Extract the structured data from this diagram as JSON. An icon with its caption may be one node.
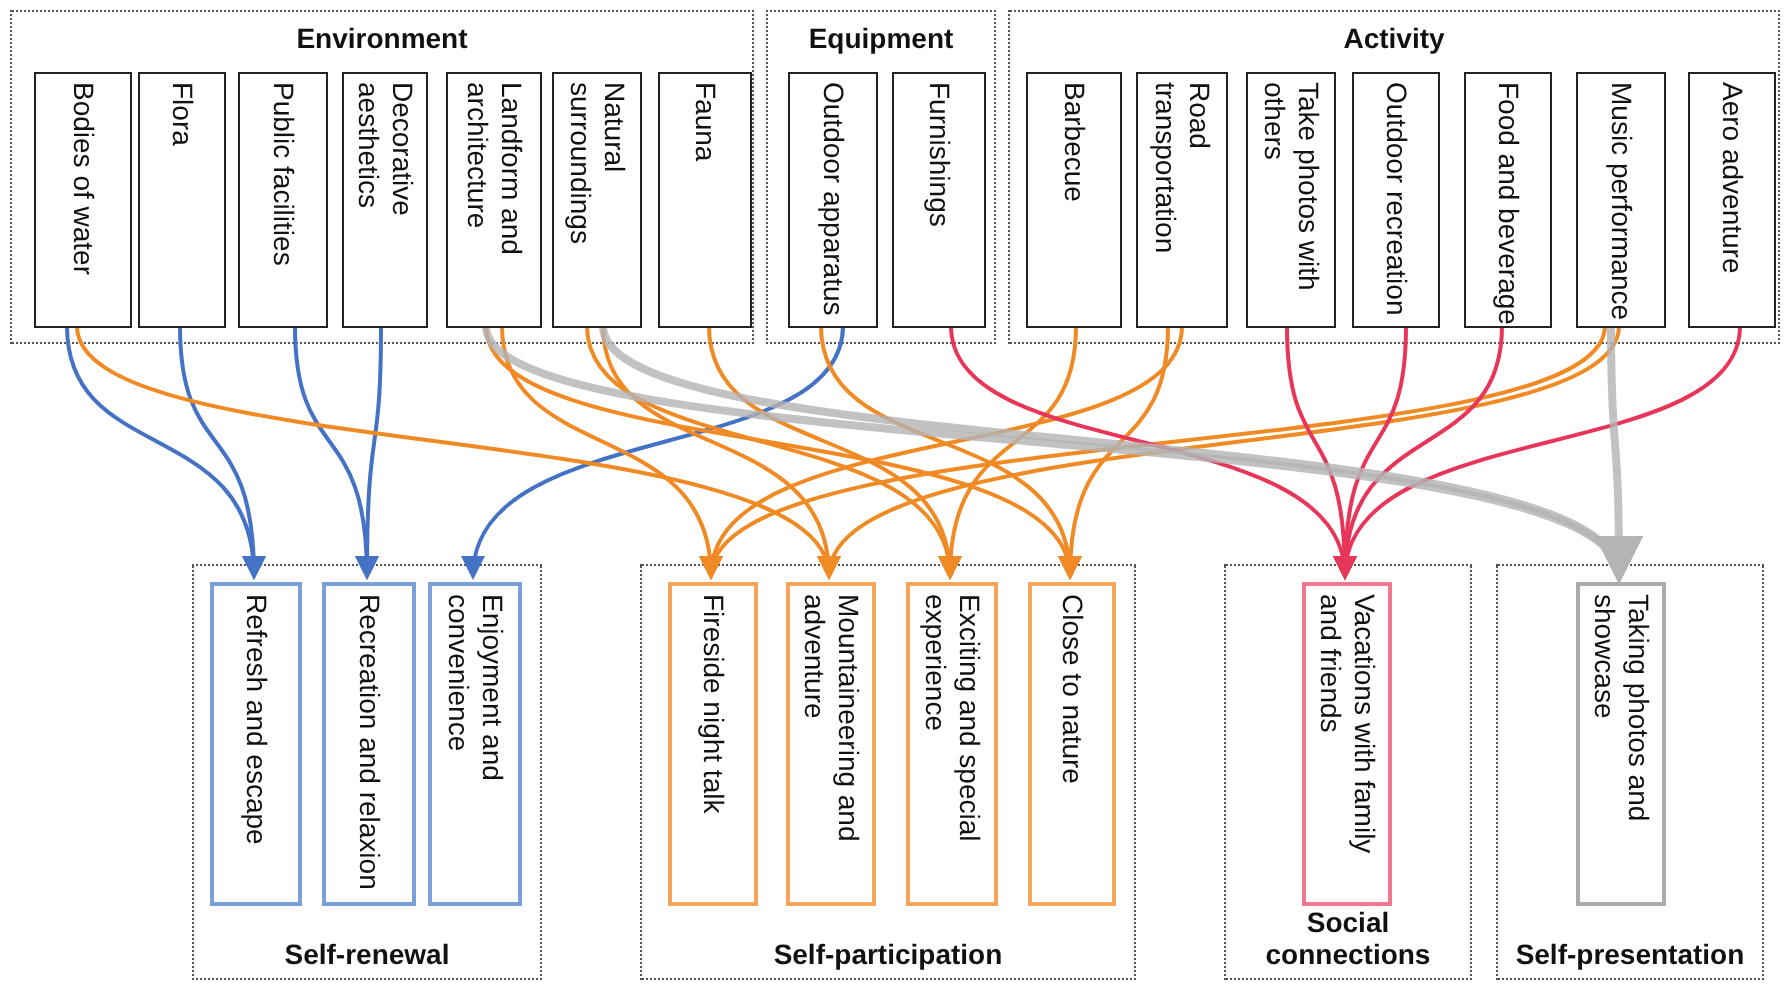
{
  "diagram": {
    "nodes": [
      {
        "text": [
          "Environment"
        ]
      },
      {
        "text": [
          "Bodies of water"
        ],
        "in": 0
      },
      {
        "text": [
          "Flora"
        ],
        "in": 0
      },
      {
        "text": [
          "Public facilities"
        ],
        "in": 0
      },
      {
        "text": [
          "Decorative aesthetics"
        ],
        "in": 0
      },
      {
        "text": [
          "Landform and architecture"
        ],
        "in": 0
      },
      {
        "text": [
          "Natural surroundings"
        ],
        "in": 0
      },
      {
        "text": [
          "Fauna"
        ],
        "in": 0
      },
      {
        "text": [
          "Equipment"
        ]
      },
      {
        "text": [
          "Outdoor apparatus"
        ],
        "in": 8
      },
      {
        "text": [
          "Furnishings"
        ],
        "in": 8
      },
      {
        "text": [
          "Activity"
        ]
      },
      {
        "text": [
          "Barbecue"
        ],
        "in": 11
      },
      {
        "text": [
          "Road transportation"
        ],
        "in": 11
      },
      {
        "text": [
          "Take photos with others"
        ],
        "in": 11
      },
      {
        "text": [
          "Outdoor recreation"
        ],
        "in": 11
      },
      {
        "text": [
          "Food and beverage"
        ],
        "in": 11
      },
      {
        "text": [
          "Music performance"
        ],
        "in": 11
      },
      {
        "text": [
          "Aero adventure"
        ],
        "in": 11
      },
      {
        "text": [
          "Self-renewal"
        ]
      },
      {
        "text": [
          "Refresh and escape"
        ],
        "in": 19
      },
      {
        "text": [
          "Recreation and relaxion"
        ],
        "in": 19
      },
      {
        "text": [
          "Enjoyment and convenience"
        ],
        "in": 19
      },
      {
        "text": [
          "Self-participation"
        ]
      },
      {
        "text": [
          "Fireside night talk"
        ],
        "in": 23
      },
      {
        "text": [
          "Mountaineering and adventure"
        ],
        "in": 23
      },
      {
        "text": [
          "Exciting and special experience"
        ],
        "in": 23
      },
      {
        "text": [
          "Close to nature"
        ],
        "in": 23
      },
      {
        "text": [
          "Social connections"
        ]
      },
      {
        "text": [
          "Vacations with family and friends"
        ],
        "in": 28
      },
      {
        "text": [
          "Self-presentation"
        ]
      },
      {
        "text": [
          "Taking photos and showcase"
        ],
        "in": 30
      }
    ],
    "edges": [
      {
        "from": 1,
        "to": 20,
        "arrow": "to",
        "color": "#4472c4"
      },
      {
        "from": 2,
        "to": 20,
        "arrow": "to",
        "color": "#4472c4"
      },
      {
        "from": 3,
        "to": 21,
        "arrow": "to",
        "color": "#4472c4"
      },
      {
        "from": 4,
        "to": 21,
        "arrow": "to",
        "color": "#4472c4"
      },
      {
        "from": 9,
        "to": 22,
        "arrow": "to",
        "color": "#4472c4"
      },
      {
        "from": 1,
        "to": 25,
        "arrow": "to"
      },
      {
        "from": 5,
        "to": 24,
        "arrow": "to"
      },
      {
        "from": 5,
        "to": 27,
        "arrow": "to"
      },
      {
        "from": 6,
        "to": 25,
        "arrow": "to"
      },
      {
        "from": 6,
        "to": 26,
        "arrow": "to"
      },
      {
        "from": 7,
        "to": 26,
        "arrow": "to"
      },
      {
        "from": 9,
        "to": 27,
        "arrow": "to"
      },
      {
        "from": 12,
        "to": 26,
        "arrow": "to"
      },
      {
        "from": 13,
        "to": 27,
        "arrow": "to"
      },
      {
        "from": 13,
        "to": 24,
        "arrow": "to"
      },
      {
        "from": 17,
        "to": 24,
        "arrow": "to"
      },
      {
        "from": 17,
        "to": 25,
        "arrow": "to"
      },
      {
        "from": 10,
        "to": 29,
        "arrow": "to",
        "color": "#e8365a"
      },
      {
        "from": 14,
        "to": 29,
        "arrow": "to",
        "color": "#e8365a"
      },
      {
        "from": 15,
        "to": 29,
        "arrow": "to",
        "color": "#e8365a"
      },
      {
        "from": 16,
        "to": 29,
        "arrow": "to",
        "color": "#e8365a"
      },
      {
        "from": 18,
        "to": 29,
        "arrow": "to",
        "color": "#e8365a"
      },
      {
        "from": 5,
        "to": 31,
        "arrow": "to",
        "style": "thick",
        "color": "#b4b4b4"
      },
      {
        "from": 6,
        "to": 31,
        "arrow": "to",
        "style": "thick",
        "color": "#b4b4b4"
      },
      {
        "from": 17,
        "to": 31,
        "arrow": "to",
        "style": "thick",
        "color": "#b4b4b4"
      }
    ]
  }
}
